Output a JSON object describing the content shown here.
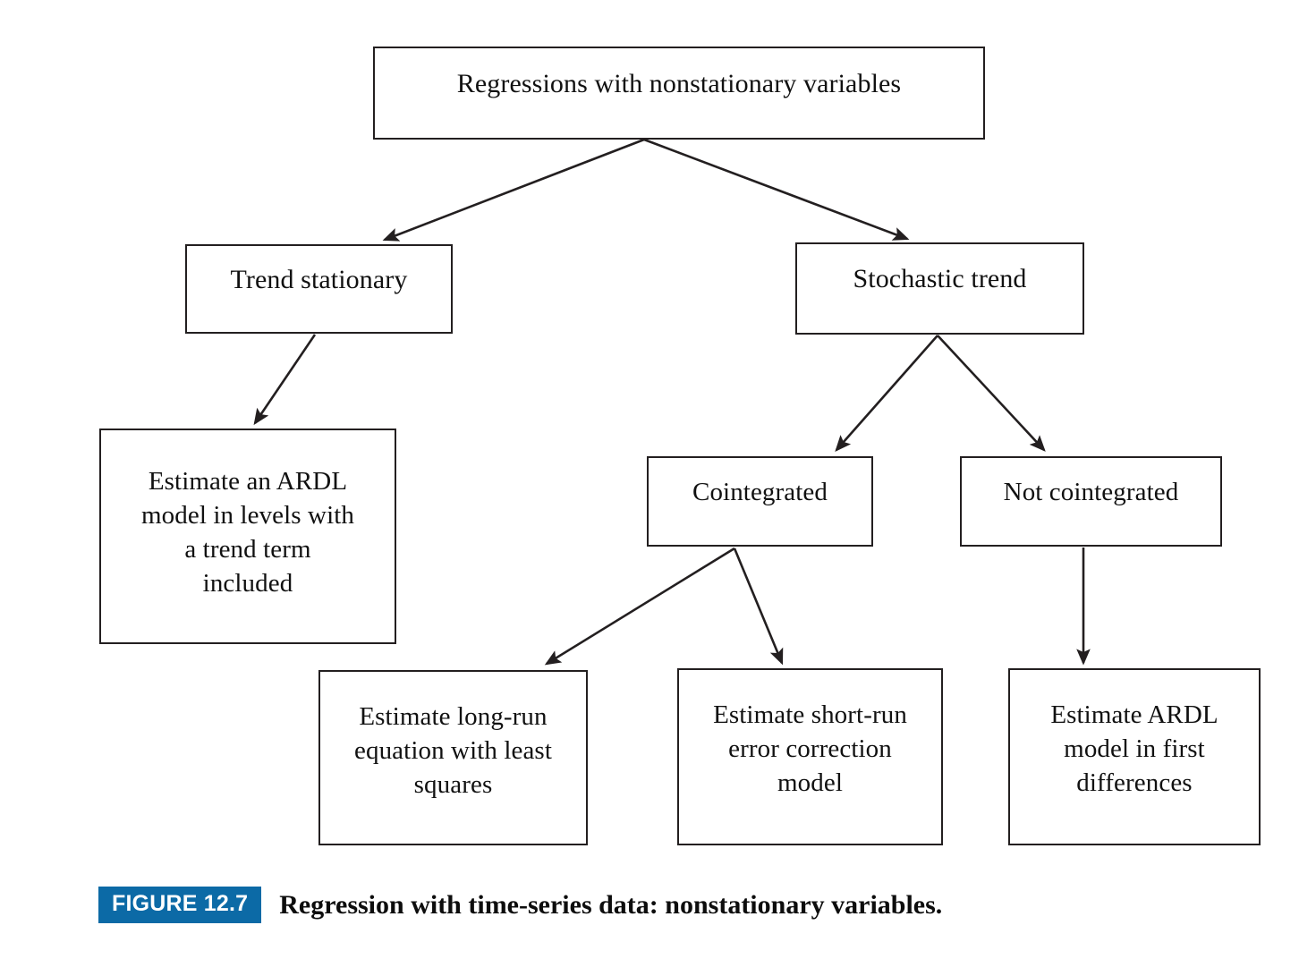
{
  "figure": {
    "badge_label": "FIGURE 12.7",
    "caption": "Regression with time-series data: nonstationary variables.",
    "badge_color": "#0C6AA6",
    "line_color": "#231f20",
    "background": "#ffffff"
  },
  "nodes": {
    "root": {
      "label": "Regressions with nonstationary variables"
    },
    "trend_stationary": {
      "label": "Trend stationary"
    },
    "stochastic_trend": {
      "label": "Stochastic trend"
    },
    "estimate_ardl_levels": {
      "label": "Estimate an ARDL\nmodel in levels with\na trend term\nincluded"
    },
    "cointegrated": {
      "label": "Cointegrated"
    },
    "not_cointegrated": {
      "label": "Not cointegrated"
    },
    "estimate_longrun": {
      "label": "Estimate long-run\nequation with least\nsquares"
    },
    "estimate_shortrun": {
      "label": "Estimate short-run\nerror correction\nmodel"
    },
    "estimate_ardl_diff": {
      "label": "Estimate ARDL\nmodel in first\ndifferences"
    }
  },
  "edges": [
    {
      "from": "root",
      "to": "trend_stationary"
    },
    {
      "from": "root",
      "to": "stochastic_trend"
    },
    {
      "from": "trend_stationary",
      "to": "estimate_ardl_levels"
    },
    {
      "from": "stochastic_trend",
      "to": "cointegrated"
    },
    {
      "from": "stochastic_trend",
      "to": "not_cointegrated"
    },
    {
      "from": "cointegrated",
      "to": "estimate_longrun"
    },
    {
      "from": "cointegrated",
      "to": "estimate_shortrun"
    },
    {
      "from": "not_cointegrated",
      "to": "estimate_ardl_diff"
    }
  ]
}
